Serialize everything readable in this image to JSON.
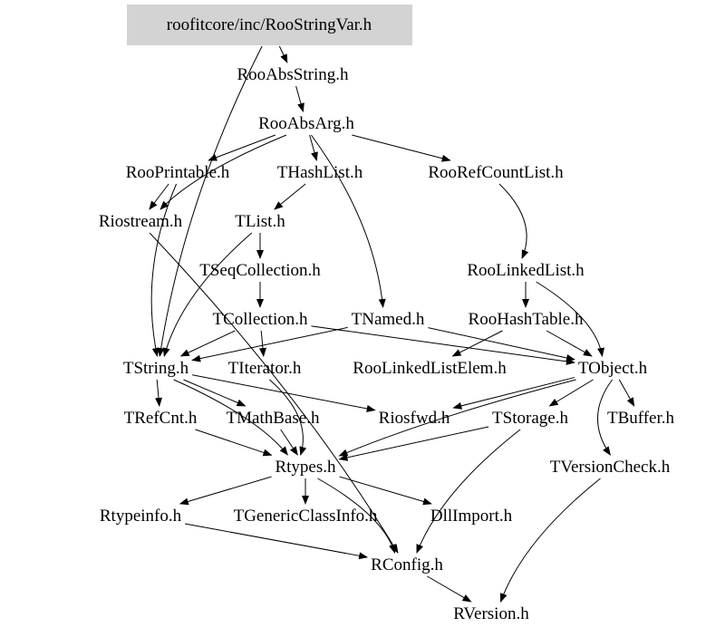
{
  "graph": {
    "title": "roofitcore/inc/RooStringVar.h",
    "root_color": "#d3d3d3",
    "nodes": [
      {
        "id": "RooStringVar",
        "label": "roofitcore/inc/RooStringVar.h",
        "root": true
      },
      {
        "id": "RooAbsString",
        "label": "RooAbsString.h"
      },
      {
        "id": "RooAbsArg",
        "label": "RooAbsArg.h"
      },
      {
        "id": "RooPrintable",
        "label": "RooPrintable.h"
      },
      {
        "id": "THashList",
        "label": "THashList.h"
      },
      {
        "id": "RooRefCountList",
        "label": "RooRefCountList.h"
      },
      {
        "id": "Riostream",
        "label": "Riostream.h"
      },
      {
        "id": "TList",
        "label": "TList.h"
      },
      {
        "id": "TSeqCollection",
        "label": "TSeqCollection.h"
      },
      {
        "id": "RooLinkedList",
        "label": "RooLinkedList.h"
      },
      {
        "id": "TCollection",
        "label": "TCollection.h"
      },
      {
        "id": "TNamed",
        "label": "TNamed.h"
      },
      {
        "id": "RooHashTable",
        "label": "RooHashTable.h"
      },
      {
        "id": "TString",
        "label": "TString.h"
      },
      {
        "id": "TIterator",
        "label": "TIterator.h"
      },
      {
        "id": "RooLinkedListElem",
        "label": "RooLinkedListElem.h"
      },
      {
        "id": "TObject",
        "label": "TObject.h"
      },
      {
        "id": "TRefCnt",
        "label": "TRefCnt.h"
      },
      {
        "id": "TMathBase",
        "label": "TMathBase.h"
      },
      {
        "id": "Riosfwd",
        "label": "Riosfwd.h"
      },
      {
        "id": "TStorage",
        "label": "TStorage.h"
      },
      {
        "id": "TBuffer",
        "label": "TBuffer.h"
      },
      {
        "id": "TVersionCheck",
        "label": "TVersionCheck.h"
      },
      {
        "id": "Rtypes",
        "label": "Rtypes.h"
      },
      {
        "id": "Rtypeinfo",
        "label": "Rtypeinfo.h"
      },
      {
        "id": "TGenericClassInfo",
        "label": "TGenericClassInfo.h"
      },
      {
        "id": "DllImport",
        "label": "DllImport.h"
      },
      {
        "id": "RConfig",
        "label": "RConfig.h"
      },
      {
        "id": "RVersion",
        "label": "RVersion.h"
      }
    ],
    "edges": [
      [
        "RooStringVar",
        "RooAbsString"
      ],
      [
        "RooStringVar",
        "TString"
      ],
      [
        "RooAbsString",
        "RooAbsArg"
      ],
      [
        "RooAbsArg",
        "Riostream"
      ],
      [
        "RooAbsArg",
        "RooPrintable"
      ],
      [
        "RooAbsArg",
        "THashList"
      ],
      [
        "RooAbsArg",
        "TNamed"
      ],
      [
        "RooAbsArg",
        "RooRefCountList"
      ],
      [
        "RooPrintable",
        "Riostream"
      ],
      [
        "RooPrintable",
        "TString"
      ],
      [
        "THashList",
        "TList"
      ],
      [
        "Riostream",
        "RConfig"
      ],
      [
        "TList",
        "TSeqCollection"
      ],
      [
        "TList",
        "TString"
      ],
      [
        "TSeqCollection",
        "TCollection"
      ],
      [
        "RooRefCountList",
        "RooLinkedList"
      ],
      [
        "RooLinkedList",
        "RooHashTable"
      ],
      [
        "RooLinkedList",
        "TObject"
      ],
      [
        "TCollection",
        "TIterator"
      ],
      [
        "TCollection",
        "TString"
      ],
      [
        "TCollection",
        "TObject"
      ],
      [
        "TNamed",
        "TString"
      ],
      [
        "TNamed",
        "TObject"
      ],
      [
        "RooHashTable",
        "TObject"
      ],
      [
        "RooHashTable",
        "RooLinkedListElem"
      ],
      [
        "TString",
        "TRefCnt"
      ],
      [
        "TString",
        "TMathBase"
      ],
      [
        "TString",
        "Riosfwd"
      ],
      [
        "TString",
        "Rtypes"
      ],
      [
        "TIterator",
        "Rtypes"
      ],
      [
        "TObject",
        "Riosfwd"
      ],
      [
        "TObject",
        "TStorage"
      ],
      [
        "TObject",
        "TBuffer"
      ],
      [
        "TObject",
        "TVersionCheck"
      ],
      [
        "TObject",
        "Rtypes"
      ],
      [
        "TMathBase",
        "Rtypes"
      ],
      [
        "TRefCnt",
        "Rtypes"
      ],
      [
        "TStorage",
        "Rtypes"
      ],
      [
        "TStorage",
        "RConfig"
      ],
      [
        "TVersionCheck",
        "RVersion"
      ],
      [
        "Rtypes",
        "Rtypeinfo"
      ],
      [
        "Rtypes",
        "TGenericClassInfo"
      ],
      [
        "Rtypes",
        "DllImport"
      ],
      [
        "Rtypes",
        "RConfig"
      ],
      [
        "Rtypeinfo",
        "RConfig"
      ],
      [
        "RConfig",
        "RVersion"
      ]
    ]
  }
}
